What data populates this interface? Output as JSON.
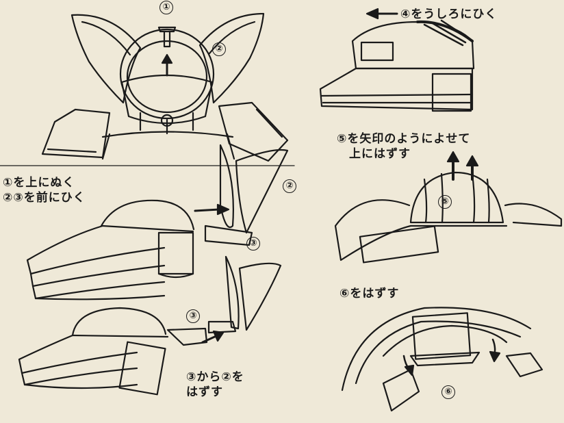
{
  "colors": {
    "paper": "#efe9d8",
    "ink": "#1a1a1a"
  },
  "steps": {
    "s1": "①を上にぬく",
    "s23": "②③を前にひく",
    "s4": "④をうしろにひく",
    "s5_line1": "⑤を矢印のようによせて",
    "s5_line2": "上にはずす",
    "s6": "⑥をはずす",
    "s32_line1": "③から②を",
    "s32_line2": "はずす"
  },
  "markers": {
    "m1": "①",
    "m2a": "②",
    "m2b": "②",
    "m3a": "③",
    "m3b": "③",
    "m5": "⑤",
    "m6": "⑥"
  }
}
